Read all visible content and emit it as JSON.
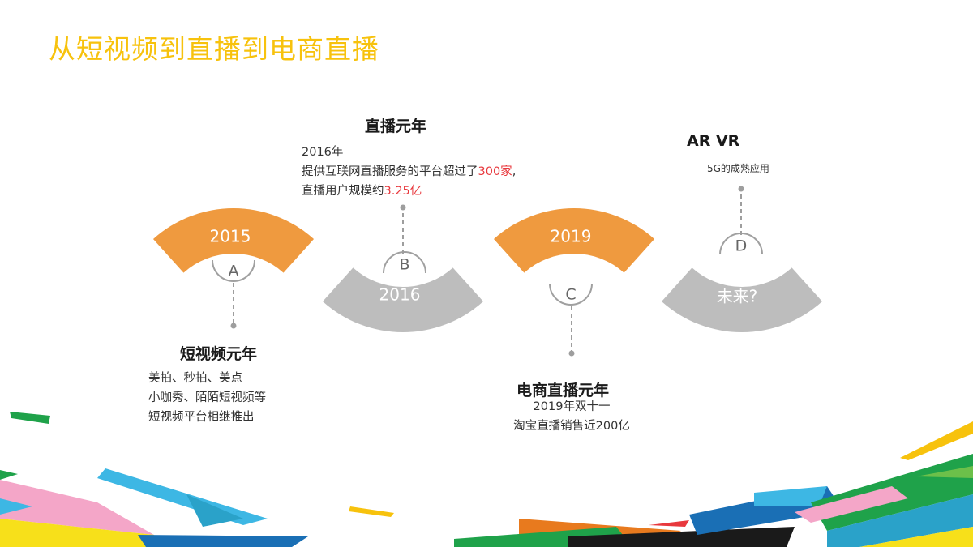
{
  "title": "从短视频到直播到电商直播",
  "colors": {
    "title": "#F7C20D",
    "orange_segment": "#EF9A3F",
    "gray_segment": "#BDBDBD",
    "highlight": "#E8383D"
  },
  "timeline": {
    "segments": [
      {
        "year": "2015",
        "marker": "A",
        "color": "orange"
      },
      {
        "year": "2016",
        "marker": "B",
        "color": "gray"
      },
      {
        "year": "2019",
        "marker": "C",
        "color": "orange"
      },
      {
        "year": "未来?",
        "marker": "D",
        "color": "gray"
      }
    ]
  },
  "milestones": {
    "a": {
      "heading": "短视频元年",
      "lines": [
        "美拍、秒拍、美点",
        "小咖秀、陌陌短视频等",
        "短视频平台相继推出"
      ]
    },
    "b": {
      "heading": "直播元年",
      "line1": "2016年",
      "line2_prefix": "提供互联网直播服务的平台超过了",
      "line2_highlight": "300家",
      "line2_suffix": ",",
      "line3_prefix": "直播用户规模约",
      "line3_highlight": "3.25亿"
    },
    "c": {
      "heading": "电商直播元年",
      "lines": [
        "2019年双十一",
        "淘宝直播销售近200亿"
      ]
    },
    "d": {
      "heading": "AR VR",
      "lines": [
        "5G的成熟应用"
      ]
    }
  }
}
